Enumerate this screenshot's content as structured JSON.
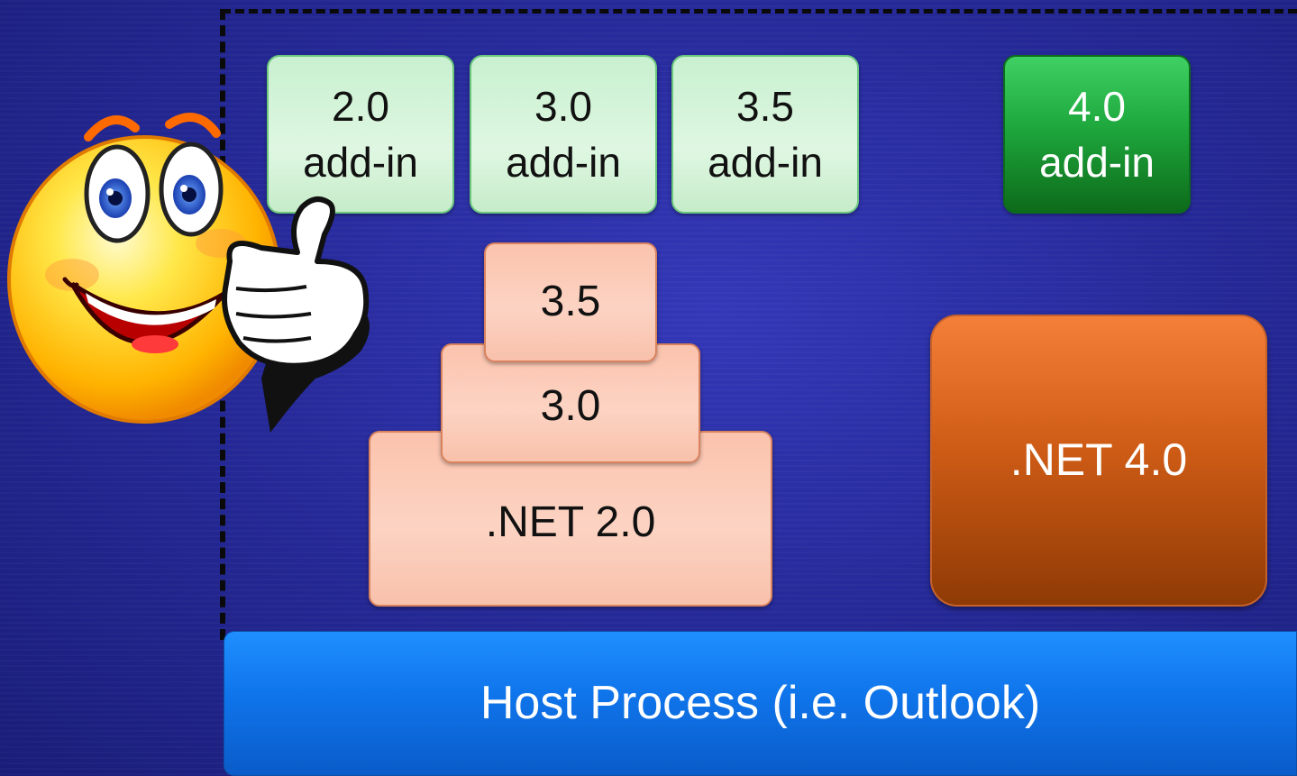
{
  "addins": [
    {
      "version": "2.0",
      "label": "add-in"
    },
    {
      "version": "3.0",
      "label": "add-in"
    },
    {
      "version": "3.5",
      "label": "add-in"
    },
    {
      "version": "4.0",
      "label": "add-in"
    }
  ],
  "runtimes": {
    "stack": {
      "r35": "3.5",
      "r30": "3.0",
      "net20": ".NET 2.0"
    },
    "net40": ".NET 4.0"
  },
  "host": {
    "label": "Host Process (i.e. Outlook)"
  },
  "colors": {
    "addin_light": "#d6f5da",
    "addin_dark": "#1ea83d",
    "runtime_salmon": "#fcc9b5",
    "runtime_orange": "#cf5c16",
    "host_blue": "#1478f0",
    "background": "#262a9a"
  },
  "icons": {
    "mascot": "thumbs-up-smiley-icon"
  }
}
